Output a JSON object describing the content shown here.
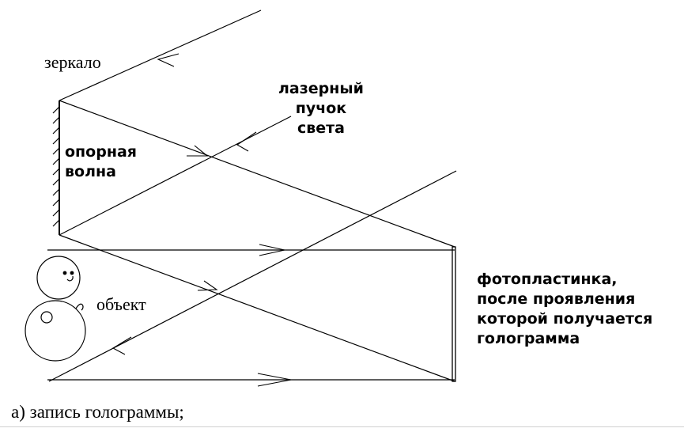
{
  "labels": {
    "mirror": "зеркало",
    "laser": [
      "лазерный",
      "пучок",
      "света"
    ],
    "reference_wave": [
      "опорная",
      "волна"
    ],
    "object": "объект",
    "plate": [
      "фотопластинка,",
      "после проявления",
      "которой получается",
      "голограмма"
    ]
  },
  "caption": "а) запись голограммы;"
}
